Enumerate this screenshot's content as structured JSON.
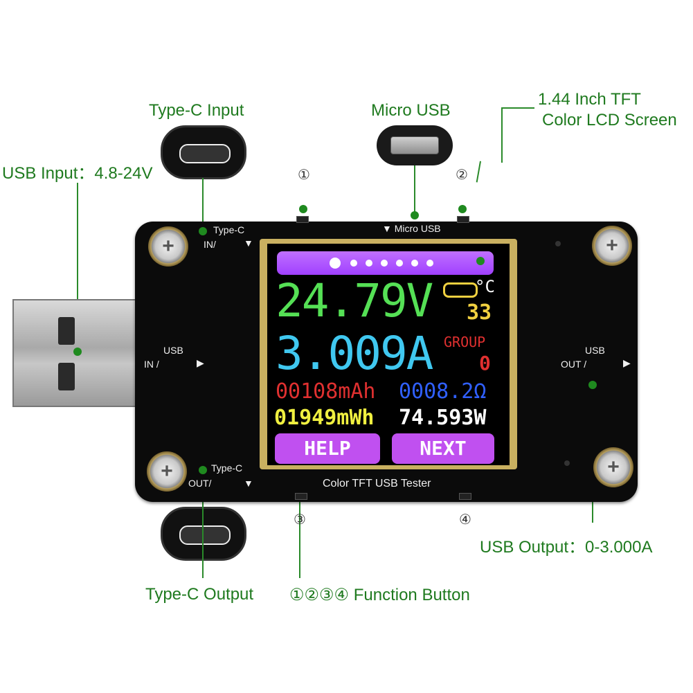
{
  "callouts": {
    "type_c_input": "Type-C Input",
    "micro_usb": "Micro USB",
    "lcd_line1": "1.44 Inch TFT",
    "lcd_line2": "Color LCD Screen",
    "usb_input": "USB Input：4.8-24V",
    "usb_output": "USB Output：0-3.000A",
    "type_c_output": "Type-C Output",
    "function_button": "①②③④  Function Button"
  },
  "buttons": {
    "b1": "①",
    "b2": "②",
    "b3": "③",
    "b4": "④"
  },
  "silkscreen": {
    "typec_top": "Type-C",
    "in_top": "IN/",
    "micro_usb": "▼ Micro USB",
    "usb_left": "USB",
    "in_left": "IN /",
    "usb_right": "USB",
    "out_right": "OUT /",
    "typec_bottom": "Type-C",
    "out_bottom": "OUT/",
    "tester": "Color TFT USB Tester"
  },
  "lcd": {
    "voltage": "24.79V",
    "temp_unit": "°C",
    "temp_value": "33",
    "current": "3.009A",
    "group_label": "GROUP",
    "group_value": "0",
    "capacity": "00108mAh",
    "resistance": "0008.2Ω",
    "energy": "01949mWh",
    "power": "74.593W",
    "help": "HELP",
    "next": "NEXT"
  },
  "colors": {
    "callout": "#1f7a1f",
    "voltage": "#55e055",
    "current": "#40c8f0",
    "capacity": "#e03030",
    "resistance": "#3060ff",
    "energy": "#f0f040",
    "power": "#ffffff",
    "temp": "#f0d040",
    "softkey": "#c050f0"
  }
}
